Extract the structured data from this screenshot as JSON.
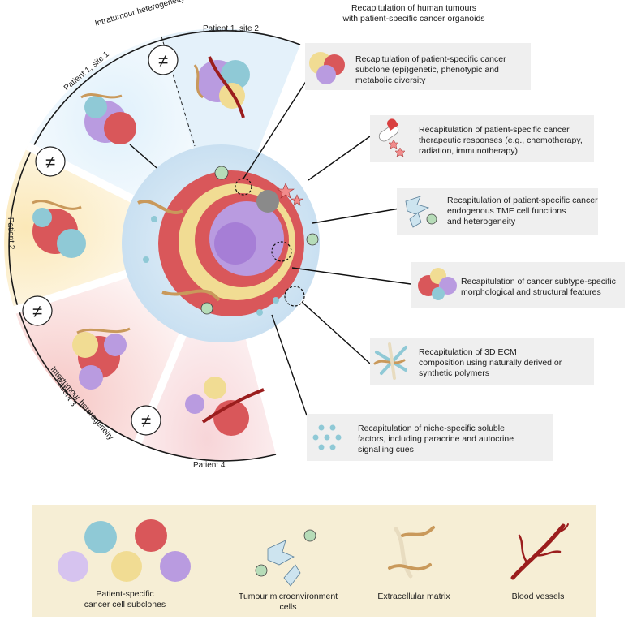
{
  "header": {
    "line1": "Recapitulation of human tumours",
    "line2": "with patient-specific cancer organoids"
  },
  "arc_labels": {
    "intratumour": "Intratumour heterogeneity",
    "intertumour": "Intertumour heterogeneity"
  },
  "sectors": {
    "p1s2": "Patient 1, site 2",
    "p1s1": "Patient 1, site 1",
    "p2": "Patient 2",
    "p3": "Patient 3",
    "p4": "Patient 4"
  },
  "not_equal_symbol": "≠",
  "features": [
    {
      "lines": [
        "Recapitulation of patient-specific cancer",
        "subclone (epi)genetic, phenotypic and",
        "metabolic diversity"
      ],
      "icon": "organoid-cluster-icon"
    },
    {
      "lines": [
        "Recapitulation of patient-specific cancer",
        "therapeutic responses (e.g., chemotherapy,",
        "radiation, immunotherapy)"
      ],
      "icon": "pill-and-stars-icon"
    },
    {
      "lines": [
        "Recapitulation of patient-specific cancer",
        "endogenous TME cell functions",
        "and heterogeneity"
      ],
      "icon": "tme-cells-icon"
    },
    {
      "lines": [
        "Recapitulation of cancer subtype-specific",
        "morphological and structural features"
      ],
      "icon": "subtype-organoid-icon"
    },
    {
      "lines": [
        "Recapitulation of 3D ECM",
        "composition using naturally derived or",
        "synthetic polymers"
      ],
      "icon": "ecm-fibres-icon"
    },
    {
      "lines": [
        "Recapitulation of niche-specific soluble",
        "factors, including paracrine and autocrine",
        "signalling cues"
      ],
      "icon": "soluble-factors-icon"
    }
  ],
  "legend": {
    "subclones": [
      "Patient-specific",
      "cancer cell subclones"
    ],
    "tme": [
      "Tumour microenvironment",
      "cells"
    ],
    "ecm": "Extracellular matrix",
    "vessels": "Blood vessels"
  },
  "colors": {
    "red_subclone": "#d9575a",
    "yellow_subclone": "#f1dc93",
    "purple_subclone": "#b99be0",
    "blue_subclone": "#8fc9d6",
    "ecm": "#c9995b",
    "vessel": "#9b1d1d",
    "tme_cell": "#cde4ef",
    "box_bg": "#efefef",
    "legend_bg": "#f6eed5"
  }
}
